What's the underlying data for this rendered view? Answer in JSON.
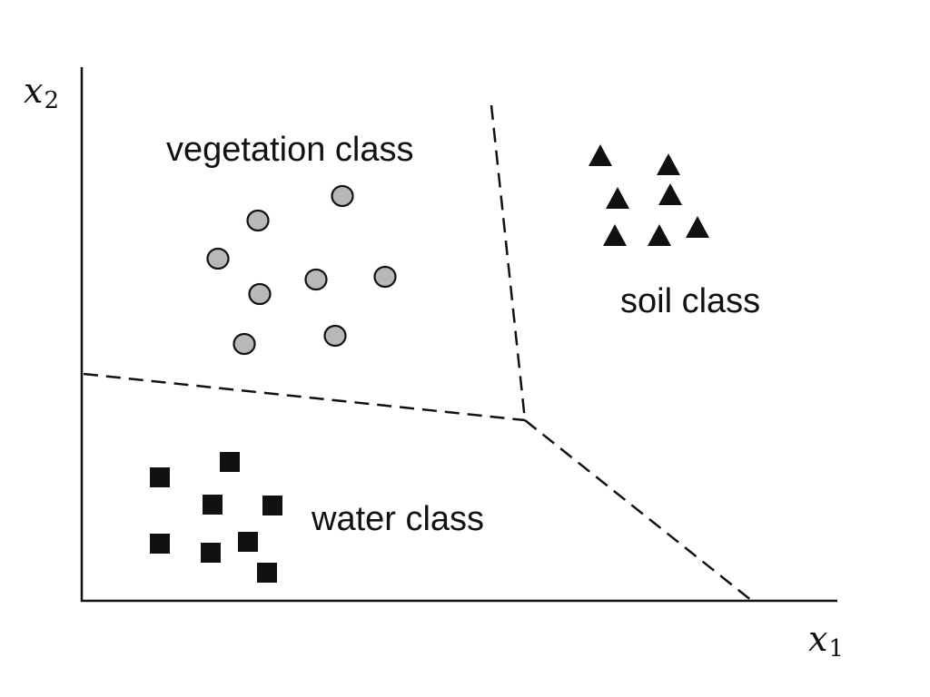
{
  "axes": {
    "x_label": {
      "var": "x",
      "sub": "1"
    },
    "y_label": {
      "var": "x",
      "sub": "2"
    }
  },
  "classes": {
    "vegetation": {
      "label": "vegetation class",
      "marker": "circle",
      "color": "#b8b8b8",
      "count": 8
    },
    "soil": {
      "label": "soil class",
      "marker": "triangle",
      "color": "#111111",
      "count": 7
    },
    "water": {
      "label": "water class",
      "marker": "square",
      "color": "#111111",
      "count": 8
    }
  },
  "boundaries": {
    "style": "dashed",
    "count": 3
  }
}
